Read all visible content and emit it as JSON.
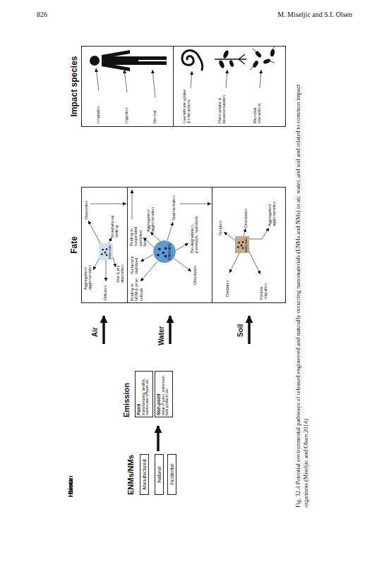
{
  "diagram": {
    "caption": "Fig. 32.4 Potential environmental pathways of released engineered and naturally occurring nanomaterials (ENMs and NMs) in air, water, and soil and related to common impact organisms (Miseljic and Olsen 2014)",
    "nodes": [
      {
        "text": [
          "Manufactured"
        ]
      },
      {
        "text": [
          "Natural"
        ]
      },
      {
        "text": [
          "Incidental"
        ]
      },
      {
        "text": [
          "Point",
          "manufacturing, landfills, wastewater effluent etc."
        ]
      },
      {
        "text": [
          "Non-point",
          "Wear of tyres, sunscreen, bulk products etc."
        ]
      },
      {
        "text": [
          "Fate"
        ]
      },
      {
        "text": [
          "Aggregation/ agglomeration",
          "Diffusion",
          "Wet & dry deposition",
          "Gravitational settling",
          "Deposition"
        ],
        "in": 5
      },
      {
        "text": [
          "ENMs/NMs"
        ],
        "in": 6
      },
      {
        "text": [
          "Surfactant stabilized",
          "Binding to NOM & other colloids",
          "Dissolution",
          "Bio-degradation, photolysis, hydrolysis",
          "Sedimentation",
          "Aggregation/ agglomeration",
          "Binding to suspended particles/ biota"
        ],
        "in": 5
      },
      {
        "text": [
          "ENMs/NMs"
        ],
        "in": 8
      },
      {
        "text": [
          "Oxidation",
          "Particle migration",
          "Sorption",
          "Dissolution",
          "Aggregation/ agglomeration"
        ],
        "in": 5
      },
      {
        "text": [
          "ENMs/NMs"
        ],
        "in": 10
      },
      {
        "text": [
          "Impact species"
        ]
      },
      {
        "text": [
          "Inhalation",
          "Ingestion",
          "Dermal"
        ],
        "in": 12
      },
      {
        "text": [
          "Invertebrate uptake & interactions",
          "Plant uptake & bioaccumulation",
          "Microbial interactions"
        ],
        "in": 12
      }
    ],
    "edges": [
      {
        "from": 5,
        "to": 13,
        "label": "Human",
        "arrow": "to"
      },
      {
        "from": 5,
        "to": 14,
        "label": "Biota",
        "arrow": "to"
      }
    ],
    "labels": [
      "826",
      "M. Miseljic and S.I. Olsen",
      "ENMs/NMs",
      "Emission",
      "Air",
      "Water",
      "Soil"
    ]
  }
}
